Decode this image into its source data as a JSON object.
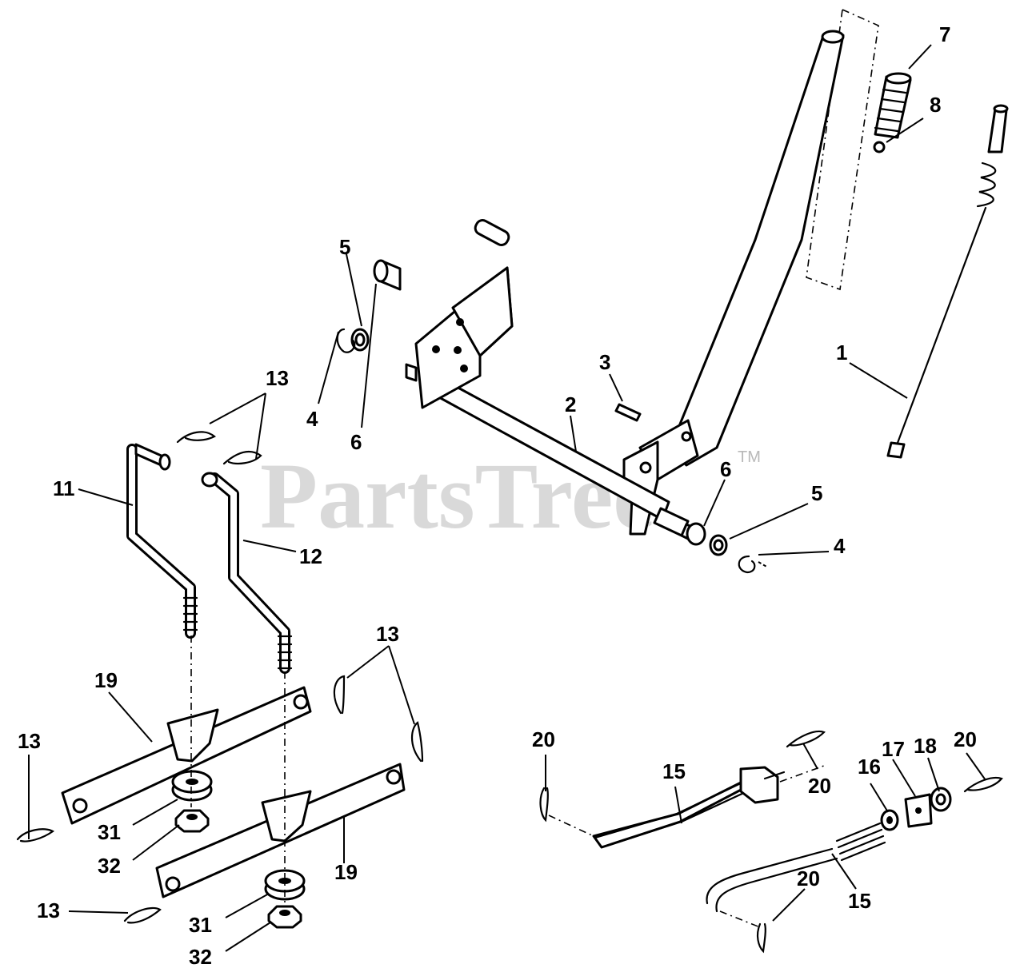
{
  "watermark": {
    "text": "PartsTree",
    "trademark": "TM"
  },
  "callouts": {
    "c1": "1",
    "c2": "2",
    "c3": "3",
    "c4a": "4",
    "c4b": "4",
    "c5a": "5",
    "c5b": "5",
    "c6a": "6",
    "c6b": "6",
    "c7": "7",
    "c8": "8",
    "c11": "11",
    "c12": "12",
    "c13a": "13",
    "c13b": "13",
    "c13c": "13",
    "c13d": "13",
    "c15a": "15",
    "c15b": "15",
    "c16": "16",
    "c17": "17",
    "c18": "18",
    "c19a": "19",
    "c19b": "19",
    "c20a": "20",
    "c20b": "20",
    "c20c": "20",
    "c20d": "20",
    "c31a": "31",
    "c31b": "31",
    "c32a": "32",
    "c32b": "32"
  }
}
